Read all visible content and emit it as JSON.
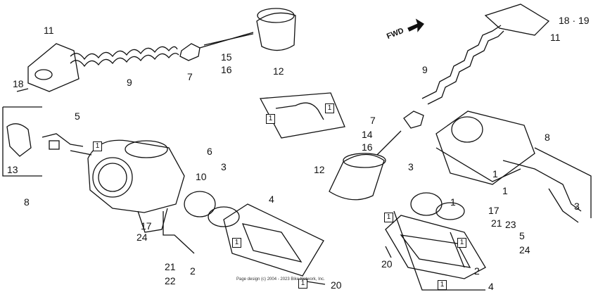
{
  "callouts": {
    "c1": "11",
    "c2": "18",
    "c3": "9",
    "c4": "7",
    "c5": "15",
    "c6": "16",
    "c7": "12",
    "c8": "5",
    "c9": "6",
    "c10": "10",
    "c11": "13",
    "c12": "8",
    "c13": "3",
    "c14": "4",
    "c15": "17",
    "c16": "24",
    "c17": "21",
    "c18": "22",
    "c19": "2",
    "c20": "20",
    "r1": "18 · 19",
    "r2": "11",
    "r3": "9",
    "r4": "7",
    "r5": "14",
    "r6": "16",
    "r7": "12",
    "r8": "8",
    "r9": "3",
    "r10": "17",
    "r11": "21",
    "r12": "23",
    "r13": "5",
    "r14": "24",
    "r15": "3",
    "r16": "20",
    "r17": "2",
    "r18": "4",
    "r19": "1",
    "r20": "1",
    "r21": "1"
  },
  "boxed": {
    "b1": "1",
    "b2": "1",
    "b3": "1",
    "b4": "1",
    "b5": "1",
    "b6": "1",
    "b7": "1",
    "b8": "1"
  },
  "fwd_label": "FWD",
  "copyright": "Page design (c) 2004 - 2023 Bike Network, Inc."
}
